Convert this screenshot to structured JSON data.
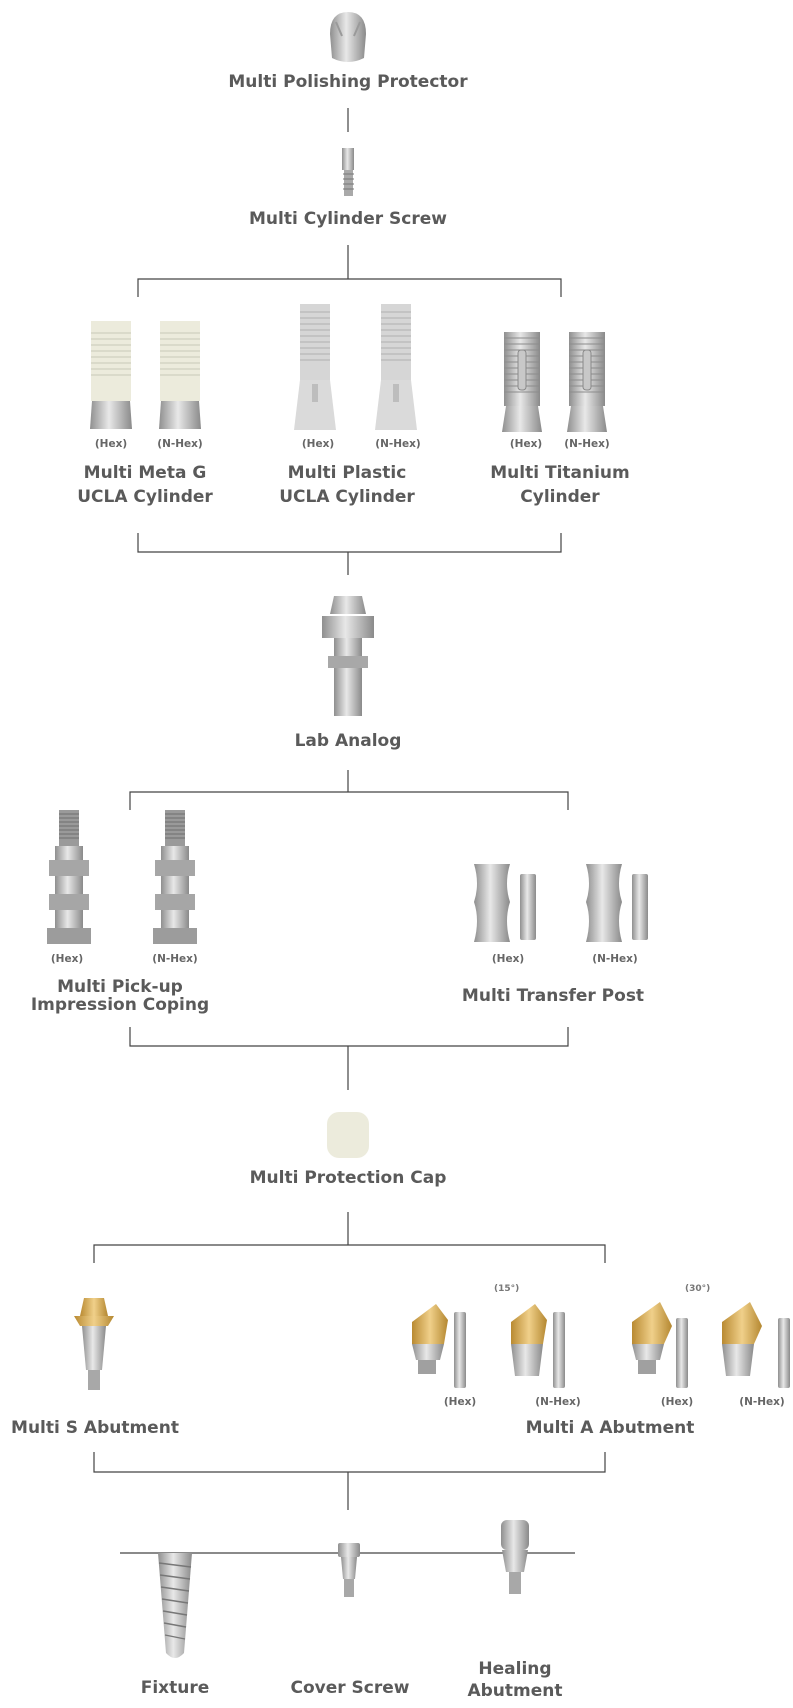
{
  "nodes": {
    "polishing_protector": "Multi Polishing Protector",
    "cylinder_screw": "Multi Cylinder Screw",
    "meta_g_line1": "Multi Meta G",
    "meta_g_line2": "UCLA Cylinder",
    "plastic_line1": "Multi Plastic",
    "plastic_line2": "UCLA Cylinder",
    "titanium_line1": "Multi Titanium",
    "titanium_line2": "Cylinder",
    "lab_analog": "Lab Analog",
    "pickup_line1": "Multi Pick-up",
    "pickup_line2": "Impression Coping",
    "transfer_post": "Multi Transfer Post",
    "protection_cap": "Multi Protection Cap",
    "s_abutment": "Multi S Abutment",
    "a_abutment": "Multi A Abutment",
    "fixture": "Fixture",
    "cover_screw": "Cover Screw",
    "healing_line1": "Healing",
    "healing_line2": "Abutment"
  },
  "variants": {
    "hex": "(Hex)",
    "nhex": "(N-Hex)"
  },
  "angles": {
    "a15": "(15°)",
    "a30": "(30°)"
  },
  "colors": {
    "line": "#444444",
    "text": "#5a5a5a",
    "gold": "#d9a94a",
    "silver": "#b4b4b4",
    "ivory": "#ecebdc"
  }
}
